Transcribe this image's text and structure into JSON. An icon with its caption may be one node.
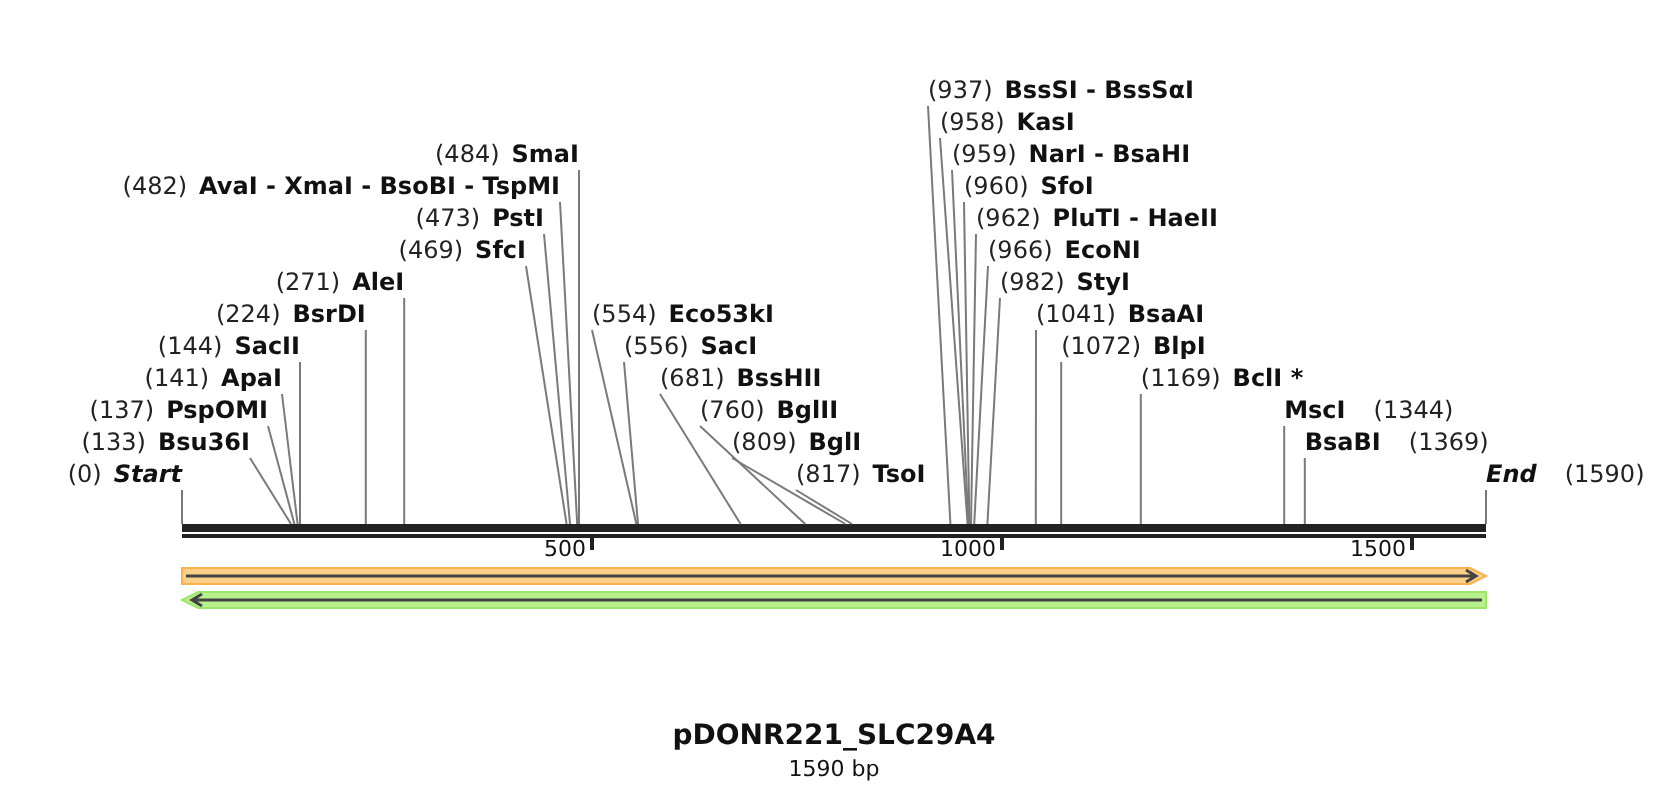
{
  "diagram": {
    "title": "pDONR221_SLC29A4",
    "caption": "1590 bp",
    "nodes": [
      {
        "text": [
          "(0)",
          "Start"
        ]
      },
      {
        "text": [
          "(133)",
          "Bsu36I"
        ]
      },
      {
        "text": [
          "(137)",
          "PspOMI"
        ]
      },
      {
        "text": [
          "(141)",
          "ApaI"
        ]
      },
      {
        "text": [
          "(144)",
          "SacII"
        ]
      },
      {
        "text": [
          "(224)",
          "BsrDI"
        ]
      },
      {
        "text": [
          "(271)",
          "AleI"
        ]
      },
      {
        "text": [
          "(469)",
          "SfcI"
        ]
      },
      {
        "text": [
          "(473)",
          "PstI"
        ]
      },
      {
        "text": [
          "(482)",
          "AvaI - XmaI - BsoBI - TspMI"
        ]
      },
      {
        "text": [
          "(484)",
          "SmaI"
        ]
      },
      {
        "text": [
          "(554)",
          "Eco53kI"
        ]
      },
      {
        "text": [
          "(556)",
          "SacI"
        ]
      },
      {
        "text": [
          "(681)",
          "BssHII"
        ]
      },
      {
        "text": [
          "(760)",
          "BglII"
        ]
      },
      {
        "text": [
          "(809)",
          "BglI"
        ]
      },
      {
        "text": [
          "(817)",
          "TsoI"
        ]
      },
      {
        "text": [
          "(937)",
          "BssSI - BssSαI"
        ]
      },
      {
        "text": [
          "(958)",
          "KasI"
        ]
      },
      {
        "text": [
          "(959)",
          "NarI - BsaHI"
        ]
      },
      {
        "text": [
          "(960)",
          "SfoI"
        ]
      },
      {
        "text": [
          "(962)",
          "PluTI - HaeII"
        ]
      },
      {
        "text": [
          "(966)",
          "EcoNI"
        ]
      },
      {
        "text": [
          "(982)",
          "StyI"
        ]
      },
      {
        "text": [
          "(1041)",
          "BsaAI"
        ]
      },
      {
        "text": [
          "(1072)",
          "BlpI"
        ]
      },
      {
        "text": [
          "(1169)",
          "BclI *"
        ]
      },
      {
        "text": [
          "MscI",
          "(1344)"
        ]
      },
      {
        "text": [
          "BsaBI",
          "(1369)"
        ]
      },
      {
        "text": [
          "End",
          "(1590)"
        ]
      },
      {
        "text": [],
        "shape": "bar"
      }
    ],
    "edges": [
      {
        "from": 0,
        "to": 30,
        "arrow": "none"
      },
      {
        "from": 1,
        "to": 30,
        "arrow": "none"
      },
      {
        "from": 2,
        "to": 30,
        "arrow": "none"
      },
      {
        "from": 3,
        "to": 30,
        "arrow": "none"
      },
      {
        "from": 4,
        "to": 30,
        "arrow": "none"
      },
      {
        "from": 5,
        "to": 30,
        "arrow": "none"
      },
      {
        "from": 6,
        "to": 30,
        "arrow": "none"
      },
      {
        "from": 7,
        "to": 30,
        "arrow": "none"
      },
      {
        "from": 8,
        "to": 30,
        "arrow": "none"
      },
      {
        "from": 9,
        "to": 30,
        "arrow": "none"
      },
      {
        "from": 10,
        "to": 30,
        "arrow": "none"
      },
      {
        "from": 11,
        "to": 30,
        "arrow": "none"
      },
      {
        "from": 12,
        "to": 30,
        "arrow": "none"
      },
      {
        "from": 13,
        "to": 30,
        "arrow": "none"
      },
      {
        "from": 14,
        "to": 30,
        "arrow": "none"
      },
      {
        "from": 15,
        "to": 30,
        "arrow": "none"
      },
      {
        "from": 16,
        "to": 30,
        "arrow": "none"
      },
      {
        "from": 17,
        "to": 30,
        "arrow": "none"
      },
      {
        "from": 18,
        "to": 30,
        "arrow": "none"
      },
      {
        "from": 19,
        "to": 30,
        "arrow": "none"
      },
      {
        "from": 20,
        "to": 30,
        "arrow": "none"
      },
      {
        "from": 21,
        "to": 30,
        "arrow": "none"
      },
      {
        "from": 22,
        "to": 30,
        "arrow": "none"
      },
      {
        "from": 23,
        "to": 30,
        "arrow": "none"
      },
      {
        "from": 24,
        "to": 30,
        "arrow": "none"
      },
      {
        "from": 25,
        "to": 30,
        "arrow": "none"
      },
      {
        "from": 26,
        "to": 30,
        "arrow": "none"
      },
      {
        "from": 27,
        "to": 30,
        "arrow": "none"
      },
      {
        "from": 28,
        "to": 30,
        "arrow": "none"
      },
      {
        "from": 29,
        "to": 30,
        "arrow": "none"
      }
    ],
    "labels": [
      "500",
      "1000",
      "1500"
    ]
  }
}
